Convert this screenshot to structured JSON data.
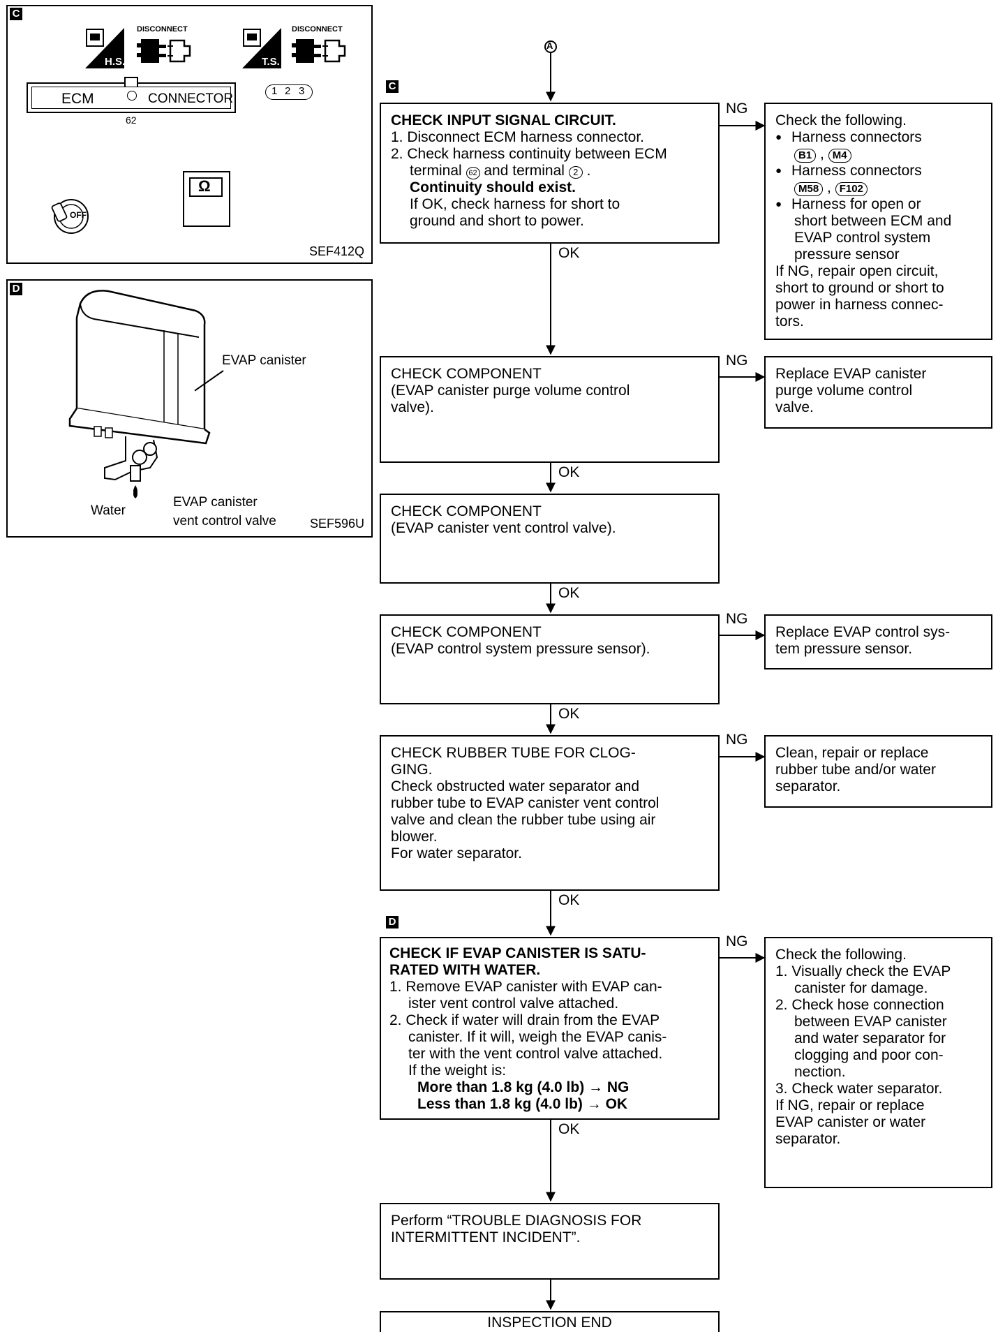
{
  "figure_c": {
    "tag": "C",
    "hs_label": "H.S.",
    "ts_label": "T.S.",
    "disconnect_1": "DISCONNECT",
    "disconnect_2": "DISCONNECT",
    "ecm": "ECM",
    "connector": "CONNECTOR",
    "pin_62": "62",
    "pins": [
      "1",
      "2",
      "3"
    ],
    "meter": "Ω",
    "switch": "OFF",
    "ref": "SEF412Q"
  },
  "figure_d": {
    "tag": "D",
    "evap_canister": "EVAP canister",
    "water": "Water",
    "vent_valve_1": "EVAP canister",
    "vent_valve_2": "vent control valve",
    "ref": "SEF596U"
  },
  "flow": {
    "start_connector": "A",
    "step_tag_c": "C",
    "step_tag_d": "D",
    "ok": "OK",
    "ng": "NG",
    "step1": {
      "title": "CHECK INPUT SIGNAL CIRCUIT.",
      "l1": "1. Disconnect ECM harness connector.",
      "l2": "2. Check harness continuity between ECM",
      "l3a": "terminal ",
      "term1": "62",
      "l3b": " and terminal ",
      "term2": "2",
      "l3c": " .",
      "l4": "Continuity should exist.",
      "l5": "If OK, check harness for short to",
      "l6": "ground and short to power."
    },
    "ng1": {
      "l1": "Check the following.",
      "b1": "Harness connectors",
      "c1": "B1",
      "c2": "M4",
      "b2": "Harness connectors",
      "c3": "M58",
      "c4": "F102",
      "b3a": "Harness for open or",
      "b3b": "short between ECM and",
      "b3c": "EVAP control system",
      "b3d": "pressure sensor",
      "n1": "If NG, repair open circuit,",
      "n2": "short to ground or short to",
      "n3": "power in harness connec-",
      "n4": "tors."
    },
    "step2": "CHECK COMPONENT\n(EVAP canister purge volume control\nvalve).",
    "ng2": "Replace EVAP canister\npurge volume control\nvalve.",
    "step3": "CHECK COMPONENT\n(EVAP canister vent control valve).",
    "step4": "CHECK COMPONENT\n(EVAP control system pressure sensor).",
    "ng4": "Replace EVAP control sys-\ntem pressure sensor.",
    "step5": "CHECK RUBBER TUBE FOR CLOG-\nGING.\nCheck obstructed water separator and\nrubber tube to EVAP canister vent control\nvalve and clean the rubber tube using air\nblower.\nFor water separator.",
    "ng5": "Clean, repair or replace\nrubber tube and/or water\nseparator.",
    "step6": {
      "title": "CHECK IF EVAP CANISTER IS SATU-\nRATED WITH WATER.",
      "l1": "1. Remove EVAP canister with EVAP can-",
      "l1b": "ister vent control valve attached.",
      "l2": "2. Check if water will drain from the EVAP",
      "l2b": "canister. If it will, weigh the EVAP canis-\nter with the vent control valve attached.\nIf the weight is:",
      "more": "More than 1.8 kg (4.0 lb) → NG",
      "less": "Less than 1.8 kg (4.0 lb) → OK"
    },
    "ng6": {
      "l1": "Check the following.",
      "i1": "1. Visually check the EVAP",
      "i1b": "canister for damage.",
      "i2": "2. Check hose connection",
      "i2b": "between EVAP canister\nand water separator for\nclogging and poor con-\nnection.",
      "i3": "3. Check water separator.",
      "n": "If NG, repair or replace\nEVAP canister or water\nseparator."
    },
    "step7": "Perform “TROUBLE DIAGNOSIS FOR\nINTERMITTENT INCIDENT”.",
    "end": "INSPECTION END"
  }
}
